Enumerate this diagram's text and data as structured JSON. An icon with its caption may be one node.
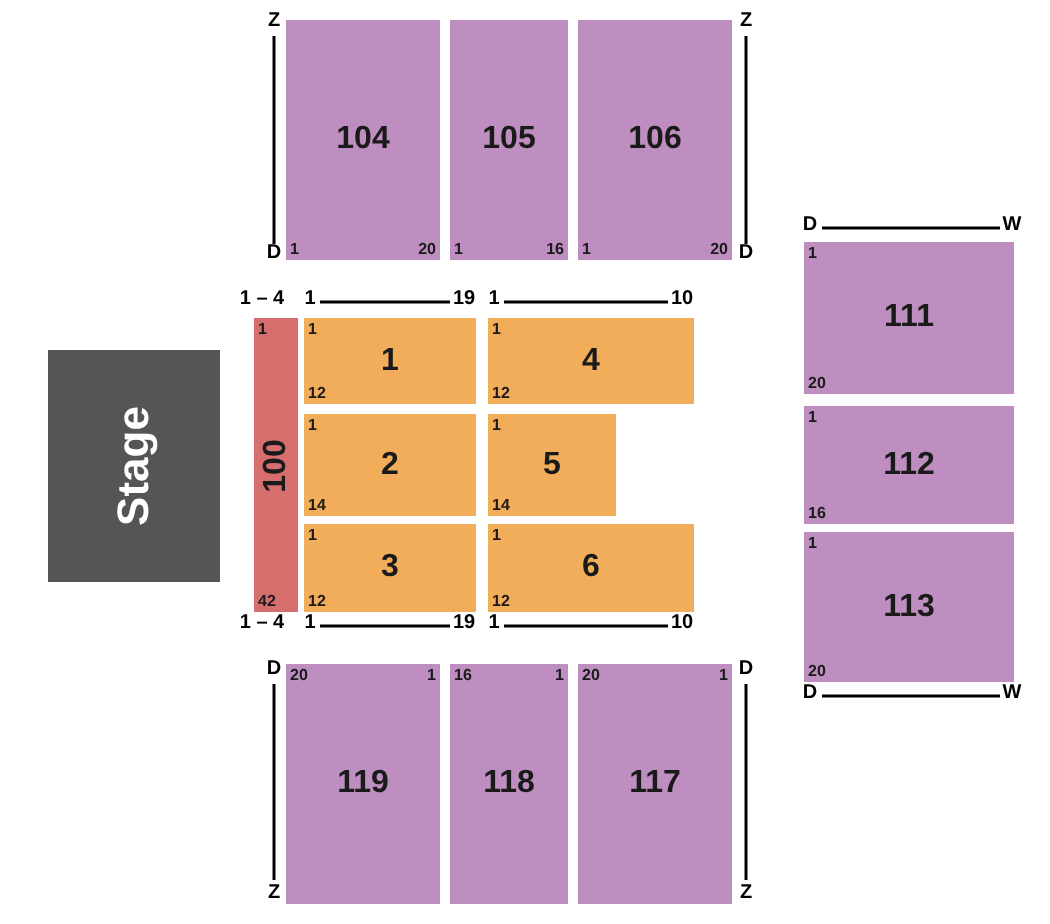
{
  "diagram": {
    "nodes": [
      {
        "text": [
          "104",
          "1",
          "20"
        ]
      },
      {
        "text": [
          "105",
          "1",
          "16"
        ]
      },
      {
        "text": [
          "106",
          "1",
          "20"
        ]
      },
      {
        "text": [
          "111",
          "1",
          "20"
        ]
      },
      {
        "text": [
          "100",
          "1",
          "42"
        ]
      },
      {
        "text": [
          "1",
          "1",
          "12"
        ]
      },
      {
        "text": [
          "4",
          "1",
          "12"
        ]
      },
      {
        "text": [
          "Stage"
        ]
      },
      {
        "text": [
          "2",
          "1",
          "14"
        ]
      },
      {
        "text": [
          "5",
          "1",
          "14"
        ]
      },
      {
        "text": [
          "112",
          "1",
          "16"
        ]
      },
      {
        "text": [
          "3",
          "1",
          "12"
        ]
      },
      {
        "text": [
          "6",
          "1",
          "12"
        ]
      },
      {
        "text": [
          "113",
          "1",
          "20"
        ]
      },
      {
        "text": [
          "119",
          "20",
          "1"
        ]
      },
      {
        "text": [
          "118",
          "16",
          "1"
        ]
      },
      {
        "text": [
          "117",
          "20",
          "1"
        ]
      }
    ],
    "labels": [
      "Z",
      "Z",
      "D",
      "W",
      "D",
      "D",
      "1 – 4",
      "1",
      "19",
      "1",
      "10",
      "1 – 4",
      "1",
      "19",
      "1",
      "10",
      "D",
      "D",
      "D",
      "W",
      "Z",
      "Z"
    ]
  }
}
